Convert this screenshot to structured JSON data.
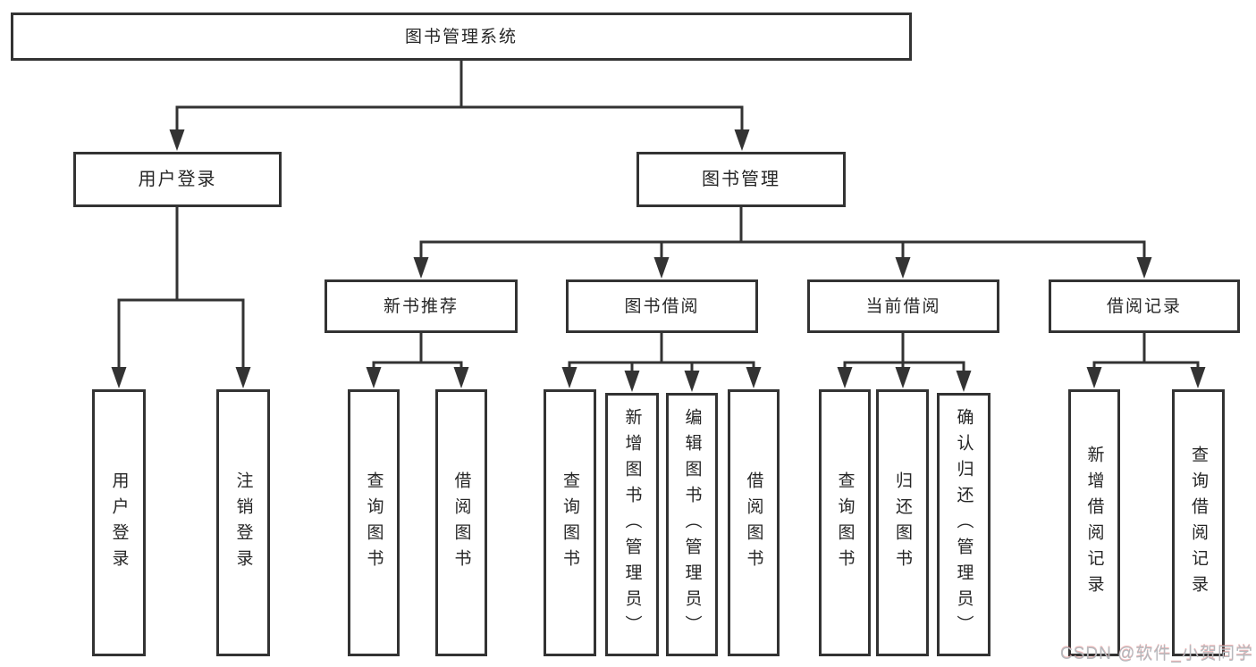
{
  "diagram": {
    "type": "hierarchy-tree",
    "title": "图书管理系统",
    "tree": {
      "label": "图书管理系统",
      "children": [
        {
          "label": "用户登录",
          "children": [
            {
              "label": "用户登录"
            },
            {
              "label": "注销登录"
            }
          ]
        },
        {
          "label": "图书管理",
          "children": [
            {
              "label": "新书推荐",
              "children": [
                {
                  "label": "查询图书"
                },
                {
                  "label": "借阅图书"
                }
              ]
            },
            {
              "label": "图书借阅",
              "children": [
                {
                  "label": "查询图书"
                },
                {
                  "label": "新增图书（管理员）"
                },
                {
                  "label": "编辑图书（管理员）"
                },
                {
                  "label": "借阅图书"
                }
              ]
            },
            {
              "label": "当前借阅",
              "children": [
                {
                  "label": "查询图书"
                },
                {
                  "label": "归还图书"
                },
                {
                  "label": "确认归还（管理员）"
                }
              ]
            },
            {
              "label": "借阅记录",
              "children": [
                {
                  "label": "新增借阅记录"
                },
                {
                  "label": "查询借阅记录"
                }
              ]
            }
          ]
        }
      ]
    },
    "watermark": "CSDN @软件_小贺同学",
    "colors": {
      "line": "#333333",
      "text": "#262626",
      "background": "#ffffff",
      "watermark": "#b5b9bd"
    }
  }
}
